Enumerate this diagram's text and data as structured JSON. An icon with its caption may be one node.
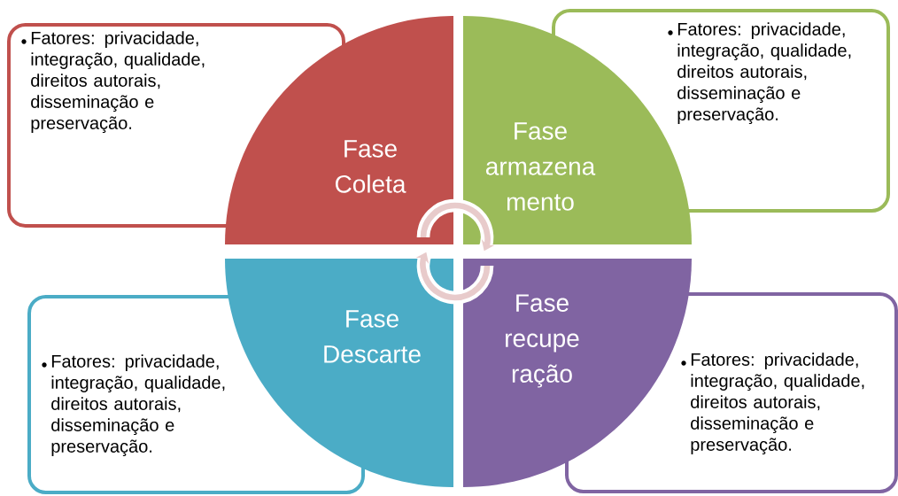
{
  "diagram": {
    "nodes": [
      {
        "text": [
          "Fase Coleta"
        ]
      },
      {
        "text": [
          "Fase armazena mento"
        ]
      },
      {
        "text": [
          "Fase Descarte"
        ]
      },
      {
        "text": [
          "Fase recupe ração"
        ]
      },
      {
        "text": [
          "Fatores: privacidade, integração, qualidade, direitos autorais, disseminação e preservação."
        ]
      },
      {
        "text": [
          "Fatores: privacidade, integração, qualidade, direitos autorais, disseminação e preservação."
        ]
      },
      {
        "text": [
          "Fatores: privacidade, integração, qualidade, direitos autorais, disseminação e preservação."
        ]
      },
      {
        "text": [
          "Fatores: privacidade, integração, qualidade, direitos autorais, disseminação e preservação."
        ]
      }
    ],
    "edges": [
      {
        "from": 0,
        "to": 1,
        "arrow": "to"
      },
      {
        "from": 3,
        "to": 2,
        "arrow": "to"
      }
    ]
  }
}
